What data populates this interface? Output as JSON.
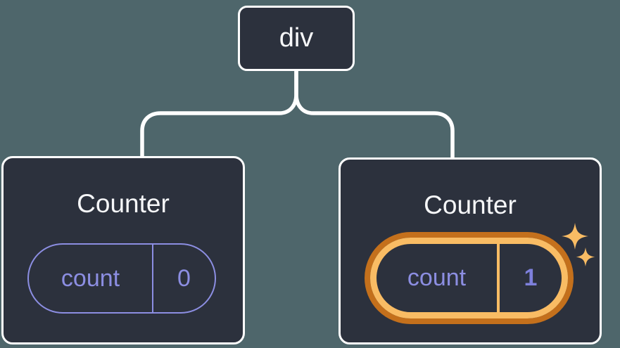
{
  "tree": {
    "root": {
      "label": "div"
    },
    "children": [
      {
        "title": "Counter",
        "state_key": "count",
        "state_value": "0",
        "highlighted": false
      },
      {
        "title": "Counter",
        "state_key": "count",
        "state_value": "1",
        "highlighted": true
      }
    ]
  },
  "icons": {
    "sparkles": "sparkles-icon"
  },
  "colors": {
    "background": "#4E666B",
    "node_fill": "#2C313D",
    "node_border": "#FFFFFF",
    "connector": "#FFFFFF",
    "state_purple": "#8C8EE2",
    "highlight_orange_light": "#F9BC64",
    "highlight_orange_dark": "#C4701C",
    "title_text": "#F6F7F9"
  }
}
